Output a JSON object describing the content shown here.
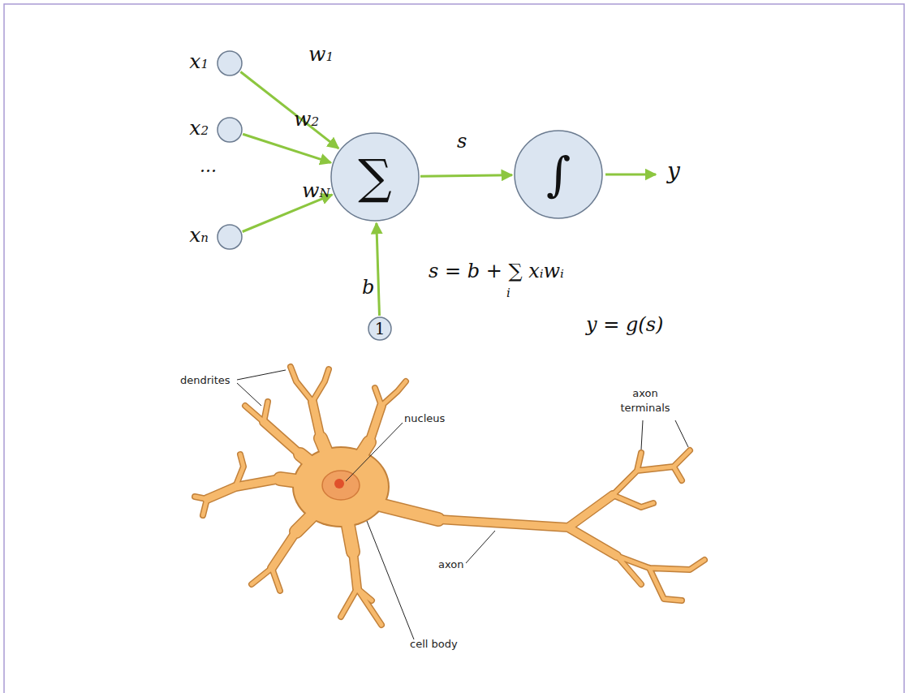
{
  "diagram": {
    "nodes": [
      {
        "text": [
          "x1"
        ]
      },
      {
        "text": [
          "x2"
        ]
      },
      {
        "text": [
          "xn"
        ]
      },
      {
        "text": [
          "∑"
        ]
      },
      {
        "text": [
          "∫"
        ]
      },
      {
        "text": [
          "1"
        ]
      }
    ],
    "edges": [
      {
        "from": 0,
        "to": 3,
        "label": "w1",
        "arrow": "to"
      },
      {
        "from": 1,
        "to": 3,
        "label": "w2",
        "arrow": "to"
      },
      {
        "from": 2,
        "to": 3,
        "label": "wN",
        "arrow": "to"
      },
      {
        "from": 5,
        "to": 3,
        "label": "b",
        "arrow": "to"
      },
      {
        "from": 3,
        "to": 4,
        "label": "s",
        "arrow": "to"
      }
    ],
    "labels": [
      "...",
      "s = b + ∑ xᵢwᵢ",
      "i",
      "y = g(s)",
      "y",
      "dendrites",
      "nucleus",
      "axon terminals",
      "axon",
      "cell body"
    ]
  }
}
